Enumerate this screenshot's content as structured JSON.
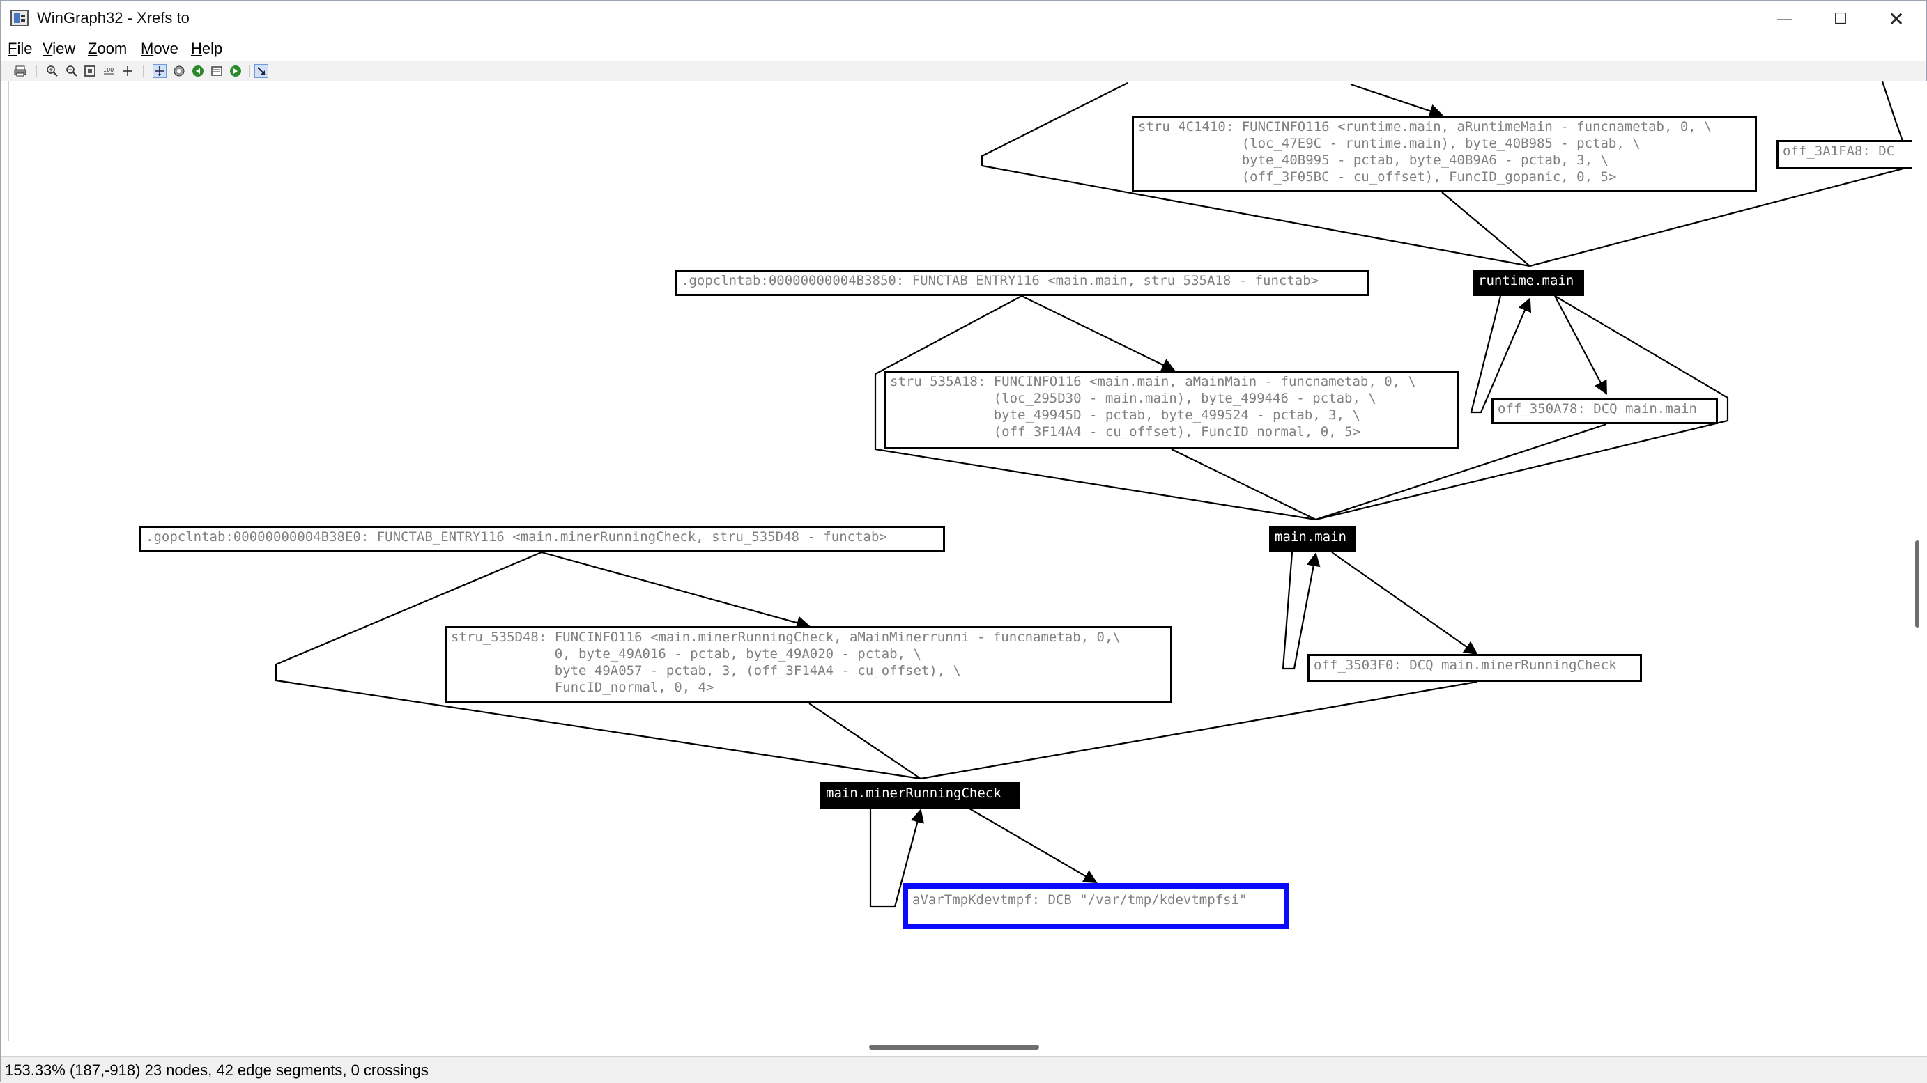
{
  "window": {
    "title": "WinGraph32 - Xrefs to",
    "minimize_glyph": "—",
    "maximize_glyph": "☐",
    "close_glyph": "✕"
  },
  "menu": {
    "items": [
      {
        "label": "File",
        "underline": "F",
        "rest": "ile"
      },
      {
        "label": "View",
        "underline": "V",
        "rest": "iew"
      },
      {
        "label": "Zoom",
        "underline": "Z",
        "rest": "oom"
      },
      {
        "label": "Move",
        "underline": "M",
        "rest": "ove"
      },
      {
        "label": "Help",
        "underline": "H",
        "rest": "elp"
      }
    ]
  },
  "toolbar": {
    "icons": [
      "print-icon",
      "zoom-in-icon",
      "zoom-out-icon",
      "fit-window-icon",
      "zoom-100-icon",
      "center-icon",
      "move-tool-icon",
      "circle-tool-icon",
      "back-icon",
      "save-icon",
      "forward-icon",
      "arrow-tool-icon"
    ]
  },
  "graph": {
    "nodes": {
      "stru_4C1410": "stru_4C1410: FUNCINFO116 <runtime.main, aRuntimeMain - funcnametab, 0, \\\n             (loc_47E9C - runtime.main), byte_40B985 - pctab, \\\n             byte_40B995 - pctab, byte_40B9A6 - pctab, 3, \\\n             (off_3F05BC - cu_offset), FuncID_gopanic, 0, 5>",
      "off_3A1FA8": "off_3A1FA8: DC",
      "gopclntab_main": ".gopclntab:00000000004B3850: FUNCTAB_ENTRY116 <main.main, stru_535A18 - functab>",
      "runtime_main": "runtime.main",
      "stru_535A18": "stru_535A18: FUNCINFO116 <main.main, aMainMain - funcnametab, 0, \\\n             (loc_295D30 - main.main), byte_499446 - pctab, \\\n             byte_49945D - pctab, byte_499524 - pctab, 3, \\\n             (off_3F14A4 - cu_offset), FuncID_normal, 0, 5>",
      "off_350A78": "off_350A78: DCQ main.main",
      "gopclntab_miner": ".gopclntab:00000000004B38E0: FUNCTAB_ENTRY116 <main.minerRunningCheck, stru_535D48 - functab>",
      "main_main": "main.main",
      "stru_535D48": "stru_535D48: FUNCINFO116 <main.minerRunningCheck, aMainMinerrunni - funcnametab, 0,\\\n             0, byte_49A016 - pctab, byte_49A020 - pctab, \\\n             byte_49A057 - pctab, 3, (off_3F14A4 - cu_offset), \\\n             FuncID_normal, 0, 4>",
      "off_3503F0": "off_3503F0: DCQ main.minerRunningCheck",
      "main_miner": "main.minerRunningCheck",
      "aVarTmp": "aVarTmpKdevtmpf: DCB \"/var/tmp/kdevtmpfsi\""
    }
  },
  "status": {
    "text": "153.33% (187,-918) 23 nodes, 42 edge segments, 0 crossings"
  },
  "colors": {
    "selected_border": "#0a0aff",
    "node_text_gray": "#808080"
  }
}
